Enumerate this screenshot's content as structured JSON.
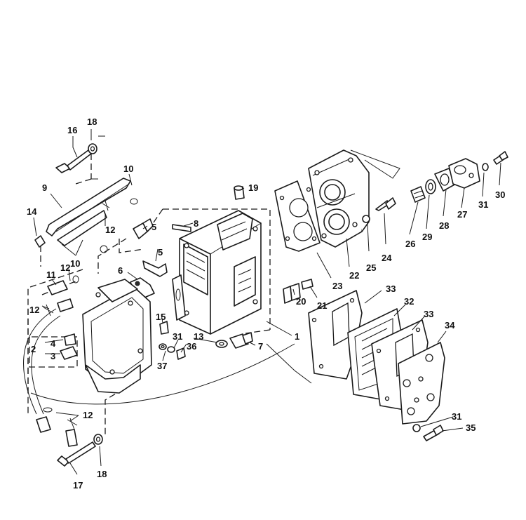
{
  "callouts": {
    "c1": "1",
    "c2": "2",
    "c3": "3",
    "c4": "4",
    "c5a": "5",
    "c5b": "5",
    "c6": "6",
    "c7": "7",
    "c8": "8",
    "c9": "9",
    "c10a": "10",
    "c10b": "10",
    "c11": "11",
    "c12a": "12",
    "c12b": "12",
    "c12c": "12",
    "c12d": "12",
    "c13": "13",
    "c14": "14",
    "c15": "15",
    "c16": "16",
    "c17": "17",
    "c18a": "18",
    "c18b": "18",
    "c19": "19",
    "c20": "20",
    "c21": "21",
    "c22": "22",
    "c23": "23",
    "c24": "24",
    "c25": "25",
    "c26": "26",
    "c27": "27",
    "c28": "28",
    "c29": "29",
    "c30": "30",
    "c31a": "31",
    "c31b": "31",
    "c31c": "31",
    "c32": "32",
    "c33a": "33",
    "c33b": "33",
    "c34": "34",
    "c35": "35",
    "c36": "36",
    "c37": "37"
  }
}
